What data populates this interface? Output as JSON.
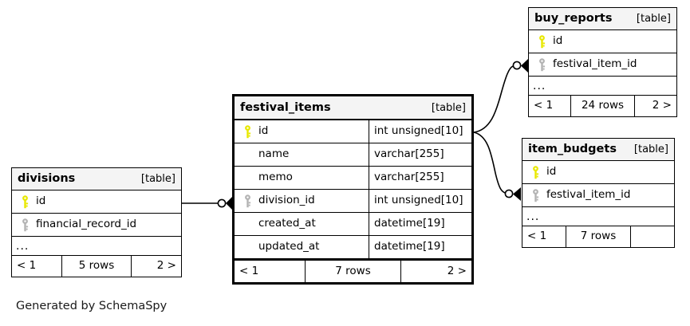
{
  "diagram": {
    "caption": "Generated by SchemaSpy",
    "kind_label": "[table]",
    "ellipsis": "...",
    "colors": {
      "primary_key_icon": "#e8e800",
      "foreign_key_icon": "#b3b3b3",
      "header_background": "#f4f4f4",
      "border": "#000000",
      "canvas_background": "#ffffff"
    },
    "tables": [
      {
        "id": "festival_items",
        "name": "festival_items",
        "kind": "[table]",
        "focused": true,
        "columns": [
          {
            "key": "primary",
            "name": "id",
            "type": "int unsigned[10]"
          },
          {
            "key": "none",
            "name": "name",
            "type": "varchar[255]"
          },
          {
            "key": "none",
            "name": "memo",
            "type": "varchar[255]"
          },
          {
            "key": "foreign",
            "name": "division_id",
            "type": "int unsigned[10]"
          },
          {
            "key": "none",
            "name": "created_at",
            "type": "datetime[19]"
          },
          {
            "key": "none",
            "name": "updated_at",
            "type": "datetime[19]"
          }
        ],
        "has_ellipsis_row": false,
        "footer": {
          "prev": "< 1",
          "middle": "7 rows",
          "next": "2 >"
        }
      },
      {
        "id": "divisions",
        "name": "divisions",
        "kind": "[table]",
        "focused": false,
        "columns": [
          {
            "key": "primary",
            "name": "id",
            "type": ""
          },
          {
            "key": "foreign",
            "name": "financial_record_id",
            "type": ""
          }
        ],
        "has_ellipsis_row": true,
        "footer": {
          "prev": "< 1",
          "middle": "5 rows",
          "next": "2 >"
        }
      },
      {
        "id": "buy_reports",
        "name": "buy_reports",
        "kind": "[table]",
        "focused": false,
        "columns": [
          {
            "key": "primary",
            "name": "id",
            "type": ""
          },
          {
            "key": "foreign",
            "name": "festival_item_id",
            "type": ""
          }
        ],
        "has_ellipsis_row": true,
        "footer": {
          "prev": "< 1",
          "middle": "24 rows",
          "next": "2 >"
        }
      },
      {
        "id": "item_budgets",
        "name": "item_budgets",
        "kind": "[table]",
        "focused": false,
        "columns": [
          {
            "key": "primary",
            "name": "id",
            "type": ""
          },
          {
            "key": "foreign",
            "name": "festival_item_id",
            "type": ""
          }
        ],
        "has_ellipsis_row": true,
        "footer": {
          "prev": "< 1",
          "middle": "7 rows",
          "next": ""
        }
      }
    ],
    "relationships": [
      {
        "from": "divisions",
        "from_column": "id",
        "to": "festival_items",
        "to_column": "division_id"
      },
      {
        "from": "festival_items",
        "from_column": "id",
        "to": "buy_reports",
        "to_column": "festival_item_id"
      },
      {
        "from": "festival_items",
        "from_column": "id",
        "to": "item_budgets",
        "to_column": "festival_item_id"
      }
    ]
  }
}
